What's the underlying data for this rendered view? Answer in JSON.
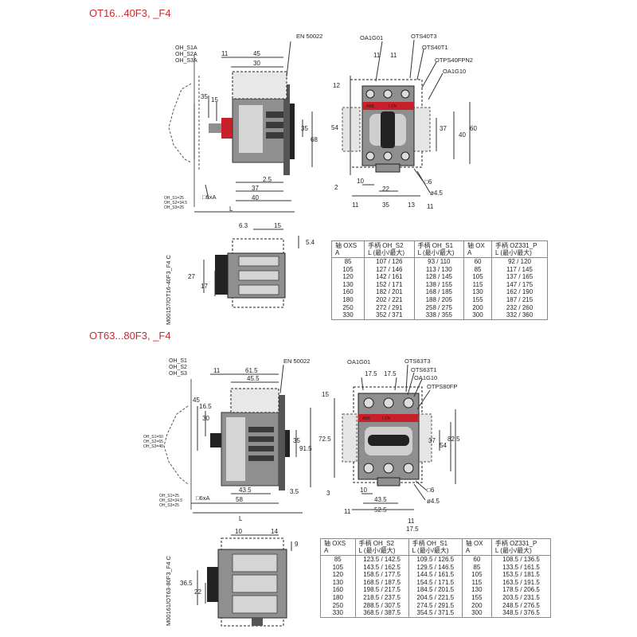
{
  "section1": {
    "title": "OT16...40F3, _F4",
    "side_code": "M00157/OT16-40F3_F4  C",
    "labels": {
      "oh_s": [
        "OH_S1A",
        "OH_S2A",
        "OH_S3A"
      ],
      "oh_s_small": [
        "OH_S1=25",
        "OH_S2=34.5",
        "OH_S3=25"
      ],
      "en": "EN 50022",
      "acc": [
        "OA1G01",
        "OTS40T3",
        "OTS40T1",
        "OTPS40FPN2",
        "OA1G10"
      ],
      "dims": {
        "d45": "45",
        "d11": "11",
        "d30": "30",
        "d35": "35",
        "d15": "15",
        "d35b": "35",
        "d68": "68",
        "d25": "2.5",
        "d37": "37",
        "d40": "40",
        "dL": "L",
        "d6xa": "□6xA",
        "d12": "12",
        "d54": "54",
        "d2": "2",
        "d10": "10",
        "d22": "22",
        "d11b": "11",
        "d35c": "35",
        "d13": "13",
        "d11c": "11",
        "d37b": "37",
        "d40b": "40",
        "d60": "60",
        "d6": "□6",
        "d45b": "ø4.5",
        "d63": "6.3",
        "d15b": "15",
        "d54b": "5.4",
        "d27": "27",
        "d17": "17"
      }
    },
    "table": {
      "headers": [
        [
          "轴 OXS",
          "A"
        ],
        [
          "手柄 OH_S2",
          "L (最小/最大)"
        ],
        [
          "手柄 OH_S1",
          "L (最小/最大)"
        ],
        [
          "轴 OX",
          "A"
        ],
        [
          "手柄 OZ331_P",
          "L (最小/最大)"
        ]
      ],
      "rows": [
        [
          "85",
          "107 / 126",
          "93 / 110",
          "60",
          "92 / 120"
        ],
        [
          "105",
          "127 / 146",
          "113 / 130",
          "85",
          "117 / 145"
        ],
        [
          "120",
          "142 / 161",
          "128 / 145",
          "105",
          "137 / 165"
        ],
        [
          "130",
          "152 / 171",
          "138 / 155",
          "115",
          "147 / 175"
        ],
        [
          "160",
          "182 / 201",
          "168 / 185",
          "130",
          "162 / 190"
        ],
        [
          "180",
          "202 / 221",
          "188 / 205",
          "155",
          "187 / 215"
        ],
        [
          "250",
          "272 / 291",
          "258 / 275",
          "200",
          "232 / 260"
        ],
        [
          "330",
          "352 / 371",
          "338 / 355",
          "300",
          "332 / 360"
        ]
      ]
    }
  },
  "section2": {
    "title": "OT63...80F3, _F4",
    "side_code": "M00161/OT63-80F3_F4  C",
    "labels": {
      "oh_s": [
        "OH_S1",
        "OH_S2",
        "OH_S3"
      ],
      "oh_s_small": [
        "OH_S1=50",
        "OH_S2=65",
        "OH_S3=48"
      ],
      "oh_s_small2": [
        "OH_S1=25",
        "OH_S2=34.5",
        "OH_S3=25"
      ],
      "en": "EN 50022",
      "acc": [
        "OA1G01",
        "OTS63T3",
        "OTS63T1",
        "OA1G10",
        "OTPS80FP"
      ],
      "dims": {
        "d11": "11",
        "d615": "61.5",
        "d455": "45.5",
        "d45": "45",
        "d165": "16.5",
        "d30": "30",
        "d35": "35",
        "d915": "91.5",
        "d435": "43.5",
        "d58": "58",
        "d35b": "3.5",
        "dL": "L",
        "d6xa": "□6xA",
        "d175a": "17.5",
        "d175b": "17.5",
        "d15": "15",
        "d725": "72.5",
        "d37": "37",
        "d54": "54",
        "d825": "82.5",
        "d10": "10",
        "d435b": "43.5",
        "d525": "52.5",
        "d11b": "11",
        "d11c": "11",
        "d175c": "17.5",
        "d6": "□6",
        "d45b": "ø4.5",
        "d3": "3",
        "d10b": "10",
        "d14": "14",
        "d9": "9",
        "d365": "36.5",
        "d22": "22"
      }
    },
    "table": {
      "headers": [
        [
          "轴 OXS",
          "A"
        ],
        [
          "手柄 OH_S2",
          "L (最小/最大)"
        ],
        [
          "手柄 OH_S1",
          "L (最小/最大)"
        ],
        [
          "轴 OX",
          "A"
        ],
        [
          "手柄 OZ331_P",
          "L (最小/最大)"
        ]
      ],
      "rows": [
        [
          "85",
          "123.5 / 142.5",
          "109.5 / 126.5",
          "60",
          "108.5 / 136.5"
        ],
        [
          "105",
          "143.5 / 162.5",
          "129.5 / 146.5",
          "85",
          "133.5 / 161.5"
        ],
        [
          "120",
          "158.5 / 177.5",
          "144.5 / 161.5",
          "105",
          "153.5 / 181.5"
        ],
        [
          "130",
          "168.5 / 187.5",
          "154.5 / 171.5",
          "115",
          "163.5 / 191.5"
        ],
        [
          "160",
          "198.5 / 217.5",
          "184.5 / 201.5",
          "130",
          "178.5 / 206.5"
        ],
        [
          "180",
          "218.5 / 237.5",
          "204.5 / 221.5",
          "155",
          "203.5 / 231.5"
        ],
        [
          "250",
          "288.5 / 307.5",
          "274.5 / 291.5",
          "200",
          "248.5 / 276.5"
        ],
        [
          "330",
          "368.5 / 387.5",
          "354.5 / 371.5",
          "300",
          "348.5 / 376.5"
        ]
      ]
    }
  },
  "colors": {
    "title_red": "#d0282e",
    "body_grey": "#8f8f8f",
    "dark_grey": "#3a3a3a",
    "light_grey": "#c9c9c9",
    "red": "#c8202a"
  }
}
